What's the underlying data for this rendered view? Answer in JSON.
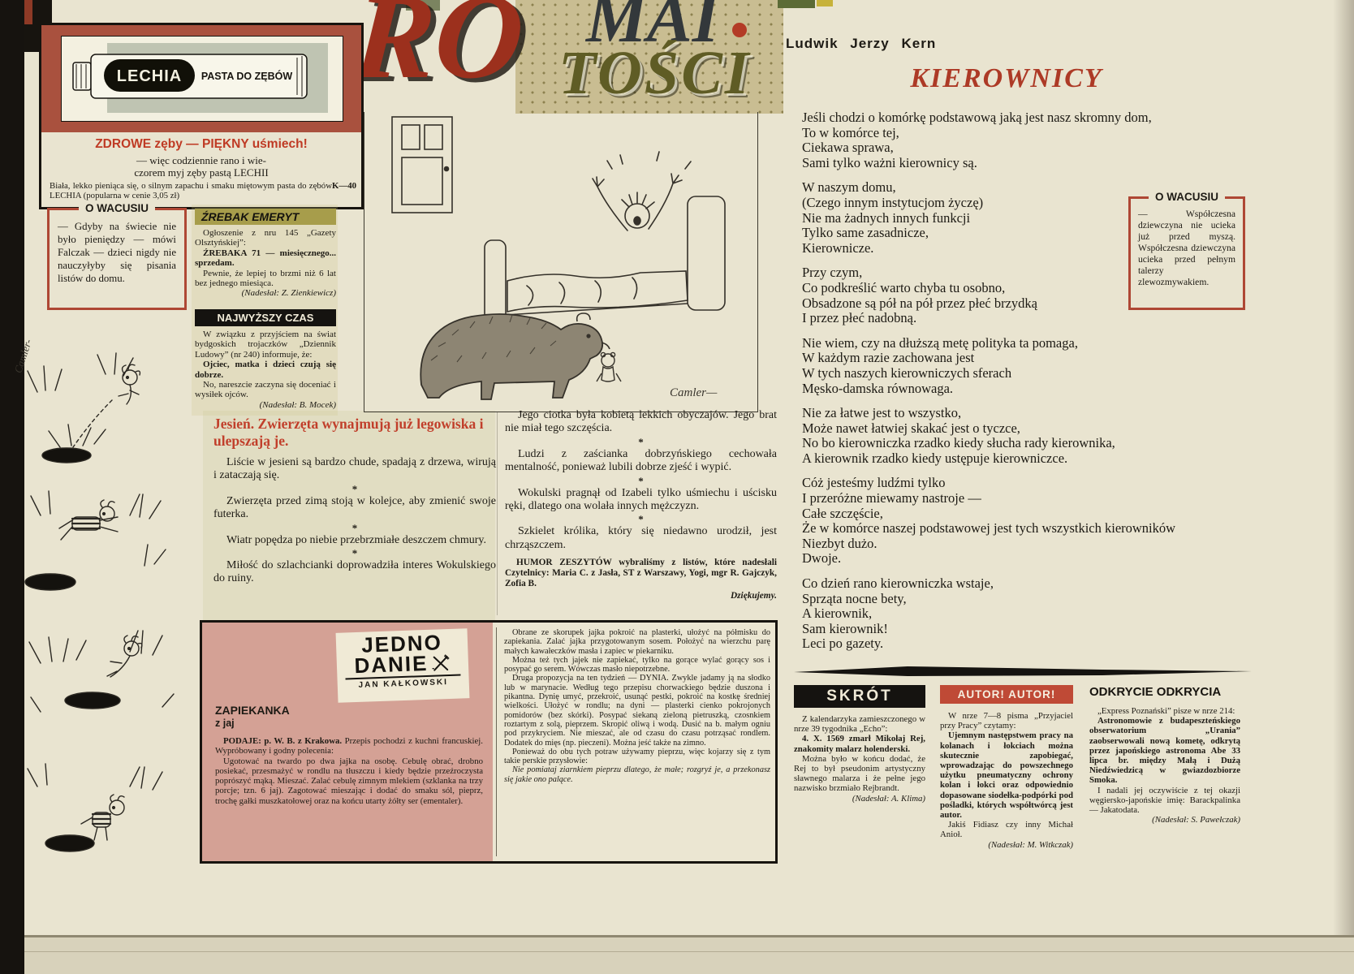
{
  "colors": {
    "page": "#e9e4d0",
    "brick_red": "#a9513e",
    "accent_red": "#bf3a24",
    "title_red": "#ad3a26",
    "olive_bar": "#a79d4b",
    "black_bar": "#151310",
    "pink": "#d4a195",
    "autori_red": "#bf4a36"
  },
  "ad": {
    "tube_brand": "LECHIA",
    "tube_sub": "PASTA DO ZĘBÓW",
    "headline": "ZDROWE zęby — PIĘKNY uśmiech!",
    "subline1": "— więc codziennie rano i wie-",
    "subline2": "czorem myj zęby pastą LECHII",
    "fineprint": "Biała, lekko pieniąca się, o silnym zapachu i smaku miętowym pasta do zębów LECHIA (popularna w cenie 3,05 zł)",
    "code": "K—40"
  },
  "masthead": {
    "fragment_ro": "RO",
    "fragment_mai": "MAI",
    "fragment_tosci": "TOŚCI"
  },
  "poem": {
    "author": "Ludwik Jerzy Kern",
    "title": "KIEROWNICY",
    "stanzas": [
      [
        "Jeśli chodzi o komórkę podstawową jaką jest nasz skromny dom,",
        "To w komórce tej,",
        "Ciekawa sprawa,",
        "Sami tylko ważni kierownicy są."
      ],
      [
        "W naszym domu,",
        "(Czego innym instytucjom życzę)",
        "Nie ma żadnych innych funkcji",
        "Tylko same zasadnicze,",
        "Kierownicze."
      ],
      [
        "Przy czym,",
        "Co podkreślić warto chyba tu osobno,",
        "Obsadzone są pół na pół przez płeć brzydką",
        "I przez płeć nadobną."
      ],
      [
        "Nie wiem, czy na dłuższą metę polityka ta pomaga,",
        "W każdym razie zachowana jest",
        "W tych naszych kierowniczych sferach",
        "Męsko-damska równowaga."
      ],
      [
        "Nie za łatwe jest to wszystko,",
        "Może nawet łatwiej skakać jest o tyczce,",
        "No bo kierowniczka rzadko kiedy słucha rady kierownika,",
        "A kierownik rzadko kiedy ustępuje kierowniczce."
      ],
      [
        "Cóż jesteśmy ludźmi tylko",
        "I przeróżne miewamy nastroje —",
        "Całe szczęście,",
        "Że w komórce naszej podstawowej jest tych wszystkich kierowników",
        "Niezbyt dużo.",
        "Dwoje."
      ],
      [
        "Co dzień rano kierowniczka wstaje,",
        "Sprząta nocne bety,",
        "A kierownik,",
        "Sam kierownik!",
        "Leci po gazety."
      ]
    ]
  },
  "wacus_left": {
    "title": "O WACUSIU",
    "text": "— Gdyby na świecie nie było pieniędzy — mówi Falczak — dzieci nigdy nie nauczyłyby się pisania listów do domu."
  },
  "wacus_right": {
    "title": "O WACUSIU",
    "text": "— Współczesna dziewczyna nie ucieka już przed myszą. Współczesna dziewczyna ucieka przed pełnym talerzy zlewozmywakiem."
  },
  "zrebak": {
    "title": "ŹREBAK EMERYT",
    "paragraphs": [
      {
        "text": "Ogłoszenie z nru 145 „Gazety Olsztyńskiej”:"
      },
      {
        "text": "ŹREBAKA 71 — miesięcznego... sprzedam.",
        "style": "bold"
      },
      {
        "text": "Pewnie, że lepiej to brzmi niż 6 lat bez jednego miesiąca."
      },
      {
        "text": "(Nadesłał: Z. Zienkiewicz)",
        "style": "credit"
      }
    ]
  },
  "najwyzszy": {
    "title": "NAJWYŻSZY CZAS",
    "paragraphs": [
      {
        "text": "W związku z przyjściem na świat bydgoskich trojaczków „Dziennik Ludowy” (nr 240) informuje, że:"
      },
      {
        "text": "Ojciec, matka i dzieci czują się dobrze.",
        "style": "bold"
      },
      {
        "text": "No, nareszcie zaczyna się doceniać i wysiłek ojców."
      },
      {
        "text": "(Nadesłał: B. Mocek)",
        "style": "credit"
      }
    ]
  },
  "humor": {
    "heading": "Jesień. Zwierzęta wynajmują już legowiska i ulepszają je.",
    "separator": "*",
    "left_items": [
      "Liście w jesieni są bardzo chude, spadają z drzewa, wirują i zataczają się.",
      "Zwierzęta przed zimą stoją w kolejce, aby zmienić swoje futerka.",
      "Wiatr popędza po niebie przebrzmiałe deszczem chmury.",
      "Miłość do szlachcianki doprowadziła interes Wokulskiego do ruiny."
    ],
    "right_items": [
      "Jego ciotka była kobietą lekkich obyczajów. Jego brat nie miał tego szczęścia.",
      "Ludzi z zaścianka dobrzyńskiego cechowała mentalność, ponieważ lubili dobrze zjeść i wypić.",
      "Wokulski pragnął od Izabeli tylko uśmiechu i uścisku ręki, dlatego ona wolała innych mężczyzn.",
      "Szkielet królika, który się niedawno urodził, jest chrząszczem."
    ],
    "footer": "HUMOR ZESZYTÓW wybraliśmy z listów, które nadesłali Czytelnicy: Maria C. z Jasła, ST z Warszawy, Yogi, mgr R. Gajczyk, Zofia B.",
    "thanks": "Dziękujemy."
  },
  "recipe": {
    "logo_line1": "JEDNO",
    "logo_line2": "DANIE",
    "logo_byline": "JAN KAŁKOWSKI",
    "title": "ZAPIEKANKA",
    "subtitle": "z jaj",
    "col1_lead_bold": "PODAJE: p. W. B. z Krakowa.",
    "col1_lead_rest": " Przepis pochodzi z kuchni francuskiej. Wypróbowany i godny polecenia:",
    "col1_more": [
      {
        "text": "Ugotować na twardo po dwa jajka na osobę. Cebulę obrać, drobno posiekać, przesmażyć w rondlu na tłuszczu i kiedy będzie przeźroczysta poprószyć mąką. Mieszać. Zalać cebulę zimnym mlekiem (szklanka na trzy porcje; tzn. 6 jaj). Zagotować mieszając i dodać do smaku sól, pieprz, trochę gałki muszkatołowej oraz na końcu utarty żółty ser (ementaler)."
      }
    ],
    "col2": [
      {
        "text": "Obrane ze skorupek jajka pokroić na plasterki, ułożyć na półmisku do zapiekania. Zalać jajka przygotowanym sosem. Położyć na wierzchu parę małych kawałeczków masła i zapiec w piekarniku."
      },
      {
        "text": "Można też tych jajek nie zapiekać, tylko na gorące wylać gorący sos i posypać go serem. Wówczas masło niepotrzebne."
      },
      {
        "text": "Druga propozycja na ten tydzień — DYNIA. Zwykle jadamy ją na słodko lub w marynacie. Według tego przepisu chorwackiego będzie duszona i pikantna. Dynię umyć, przekroić, usunąć pestki, pokroić na kostkę średniej wielkości. Ułożyć w rondlu; na dyni — plasterki cienko pokrojonych pomidorów (bez skórki). Posypać siekaną zieloną pietruszką, czosnkiem roztartym z solą, pieprzem. Skropić oliwą i wodą. Dusić na b. małym ogniu pod przykryciem. Nie mieszać, ale od czasu do czasu potrząsać rondlem. Dodatek do mięs (np. pieczeni). Można jeść także na zimno."
      },
      {
        "text": "Ponieważ do obu tych potraw używamy pieprzu, więc kojarzy się z tym takie perskie przysłowie:"
      },
      {
        "text": "Nie pomiataj ziarnkiem pieprzu dlatego, że małe; rozgryź je, a przekonasz się jakie ono palące.",
        "style": "italic"
      }
    ]
  },
  "skrot": {
    "title": "SKRÓT",
    "paragraphs": [
      {
        "text": "Z kalendarzyka zamieszczonego w nrze 39 tygodnika „Echo”:"
      },
      {
        "text": "4. X. 1569 zmarł Mikołaj Rej, znakomity malarz holenderski.",
        "style": "bold"
      },
      {
        "text": "Można było w końcu dodać, że Rej to był pseudonim artystyczny sławnego malarza i że pełne jego nazwisko brzmiało Rejbrandt."
      },
      {
        "text": "(Nadesłał: A. Klima)",
        "style": "credit"
      }
    ]
  },
  "autori": {
    "title": "AUTOR! AUTOR!",
    "paragraphs": [
      {
        "text": "W nrze 7—8 pisma „Przyjaciel przy Pracy” czytamy:"
      },
      {
        "text": "Ujemnym następstwem pracy na kolanach i łokciach można skutecznie zapobiegać, wprowadzając do powszechnego użytku pneumatyczny ochrony kolan i łokci oraz odpowiednio dopasowane siodełka-podpórki pod pośladki, których współtwórcą jest autor.",
        "style": "bold"
      },
      {
        "text": "Jakiś Fidiasz czy inny Michał Anioł."
      },
      {
        "text": "(Nadesłał: M. Witkczak)",
        "style": "credit"
      }
    ]
  },
  "odkrycie": {
    "title": "ODKRYCIE ODKRYCIA",
    "paragraphs": [
      {
        "text": "„Express Poznański” pisze w nrze 214:"
      },
      {
        "text": "Astronomowie z budapeszteńskiego obserwatorium „Urania” zaobserwowali nową kometę, odkrytą przez japońskiego astronoma Abe 33 lipca br. między Małą i Dużą Niedźwiedzicą w gwiazdozbiorze Smoka.",
        "style": "bold"
      },
      {
        "text": "I nadali jej oczywiście z tej okazji węgiersko-japońskie imię: Barackpalinka — Jakatodata."
      },
      {
        "text": "(Nadesłał: S. Pawełczak)",
        "style": "credit"
      }
    ]
  },
  "cartoons": {
    "signature": "Camler—",
    "strip_signature": "Camler-"
  }
}
